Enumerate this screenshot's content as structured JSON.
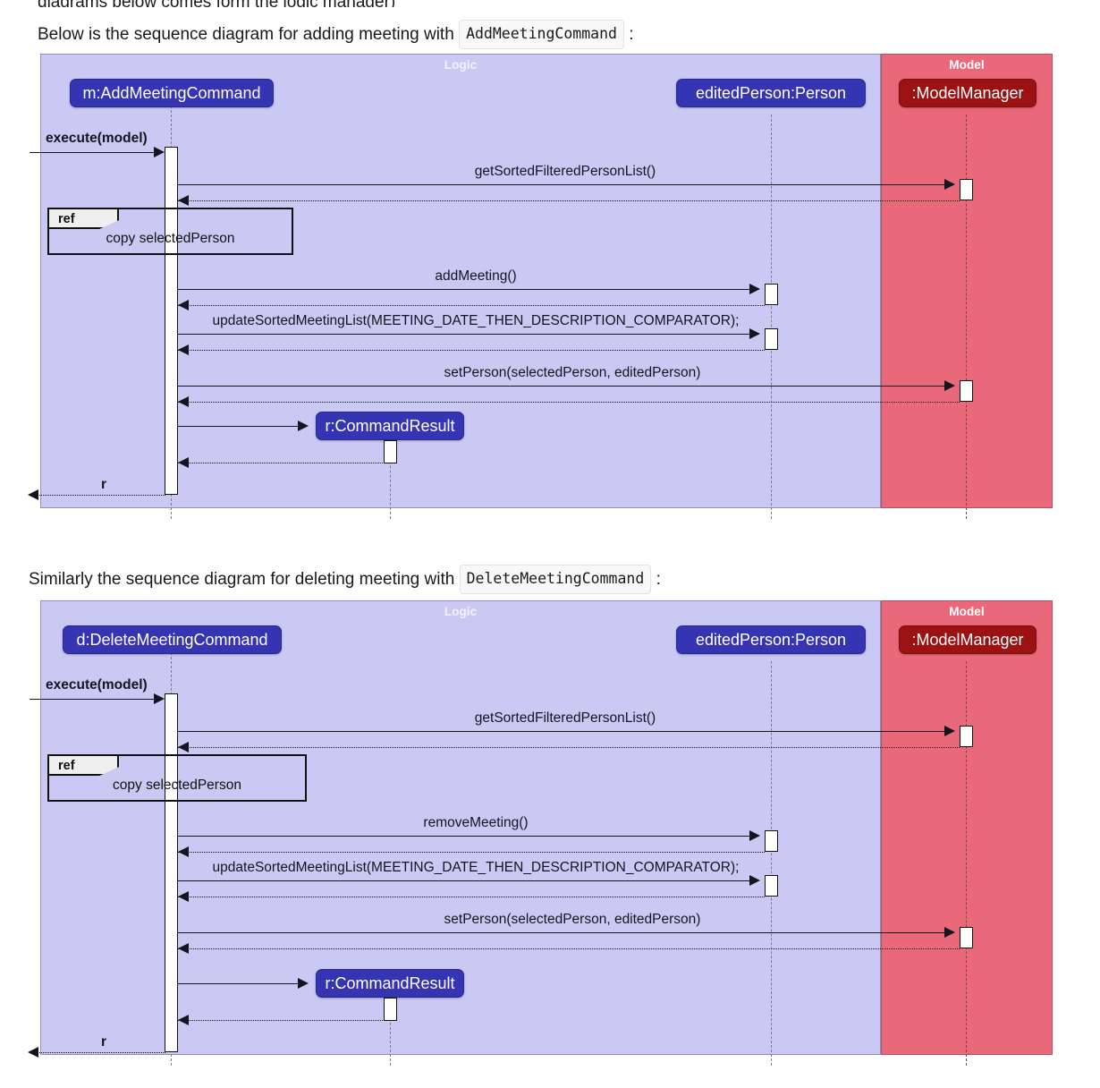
{
  "page": {
    "intro_cut_line": "diagrams below comes form the logic manager)",
    "intro_add_prefix": "Below is the sequence diagram for adding meeting with",
    "intro_add_code": "AddMeetingCommand",
    "intro_add_suffix": ":",
    "intro_delete_prefix": "Similarly the sequence diagram for deleting meeting with",
    "intro_delete_code": "DeleteMeetingCommand",
    "intro_delete_suffix": ":"
  },
  "colors": {
    "logic_bg": "#c9c9f4",
    "model_bg": "#e9697b",
    "participant_blue": "#3535b3",
    "participant_dark_red": "#9c1212",
    "line": "#15151f",
    "lifeline": "#7a7a96"
  },
  "diagram_add": {
    "partitions": [
      {
        "name": "Logic",
        "label": "Logic"
      },
      {
        "name": "Model",
        "label": "Model"
      }
    ],
    "participants": [
      {
        "id": "command",
        "label": "m:AddMeetingCommand",
        "style": "blue"
      },
      {
        "id": "edited_person",
        "label": "editedPerson:Person",
        "style": "blue"
      },
      {
        "id": "model_manager",
        "label": ":ModelManager",
        "style": "dark-red"
      },
      {
        "id": "command_result",
        "label": "r:CommandResult",
        "style": "blue"
      }
    ],
    "messages": [
      {
        "label": "execute(model)",
        "from": "actor",
        "to": "command",
        "kind": "call"
      },
      {
        "label": "getSortedFilteredPersonList()",
        "from": "command",
        "to": "model_manager",
        "kind": "call"
      },
      {
        "label": "",
        "from": "model_manager",
        "to": "command",
        "kind": "return"
      },
      {
        "label": "addMeeting()",
        "from": "command",
        "to": "edited_person",
        "kind": "call"
      },
      {
        "label": "",
        "from": "edited_person",
        "to": "command",
        "kind": "return"
      },
      {
        "label": "updateSortedMeetingList(MEETING_DATE_THEN_DESCRIPTION_COMPARATOR);",
        "from": "command",
        "to": "edited_person",
        "kind": "call"
      },
      {
        "label": "",
        "from": "edited_person",
        "to": "command",
        "kind": "return"
      },
      {
        "label": "setPerson(selectedPerson, editedPerson)",
        "from": "command",
        "to": "model_manager",
        "kind": "call"
      },
      {
        "label": "",
        "from": "model_manager",
        "to": "command",
        "kind": "return"
      },
      {
        "label": "",
        "from": "command",
        "to": "command_result",
        "kind": "create"
      },
      {
        "label": "",
        "from": "command_result",
        "to": "command",
        "kind": "return"
      },
      {
        "label": "r",
        "from": "command",
        "to": "actor",
        "kind": "return"
      }
    ],
    "ref_fragment": {
      "tag": "ref",
      "body": "copy selectedPerson"
    }
  },
  "diagram_delete": {
    "partitions": [
      {
        "name": "Logic",
        "label": "Logic"
      },
      {
        "name": "Model",
        "label": "Model"
      }
    ],
    "participants": [
      {
        "id": "command",
        "label": "d:DeleteMeetingCommand",
        "style": "blue"
      },
      {
        "id": "edited_person",
        "label": "editedPerson:Person",
        "style": "blue"
      },
      {
        "id": "model_manager",
        "label": ":ModelManager",
        "style": "dark-red"
      },
      {
        "id": "command_result",
        "label": "r:CommandResult",
        "style": "blue"
      }
    ],
    "messages": [
      {
        "label": "execute(model)",
        "from": "actor",
        "to": "command",
        "kind": "call"
      },
      {
        "label": "getSortedFilteredPersonList()",
        "from": "command",
        "to": "model_manager",
        "kind": "call"
      },
      {
        "label": "",
        "from": "model_manager",
        "to": "command",
        "kind": "return"
      },
      {
        "label": "removeMeeting()",
        "from": "command",
        "to": "edited_person",
        "kind": "call"
      },
      {
        "label": "",
        "from": "edited_person",
        "to": "command",
        "kind": "return"
      },
      {
        "label": "updateSortedMeetingList(MEETING_DATE_THEN_DESCRIPTION_COMPARATOR);",
        "from": "command",
        "to": "edited_person",
        "kind": "call"
      },
      {
        "label": "",
        "from": "edited_person",
        "to": "command",
        "kind": "return"
      },
      {
        "label": "setPerson(selectedPerson, editedPerson)",
        "from": "command",
        "to": "model_manager",
        "kind": "call"
      },
      {
        "label": "",
        "from": "model_manager",
        "to": "command",
        "kind": "return"
      },
      {
        "label": "",
        "from": "command",
        "to": "command_result",
        "kind": "create"
      },
      {
        "label": "",
        "from": "command_result",
        "to": "command",
        "kind": "return"
      },
      {
        "label": "r",
        "from": "command",
        "to": "actor",
        "kind": "return"
      }
    ],
    "ref_fragment": {
      "tag": "ref",
      "body": "copy selectedPerson"
    }
  }
}
